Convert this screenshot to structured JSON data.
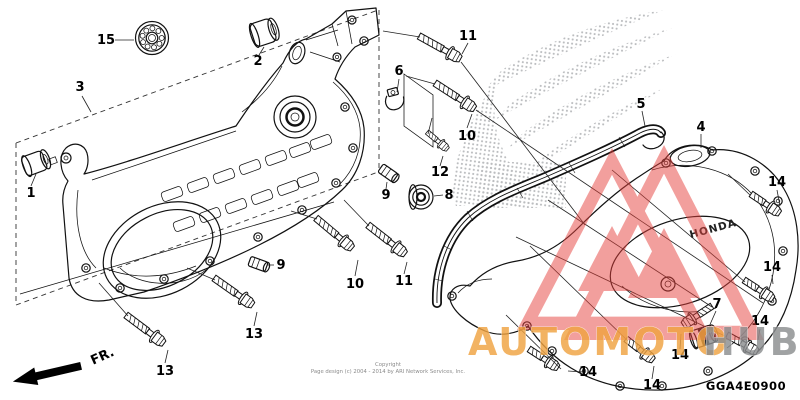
{
  "page": {
    "background": "#ffffff"
  },
  "diagram": {
    "code": "GGA4E0900",
    "direction_label": "FR.",
    "cover_logo_text": "HONDA",
    "footer": {
      "line1": "Copyright",
      "line2": "Page design (c) 2004 - 2014 by ARI Network Services, Inc."
    }
  },
  "watermark": {
    "brand_left": "AUTOMOTO",
    "brand_right": "HUB",
    "brand_left_color": "#F0A341",
    "brand_right_color": "#8C8E90",
    "triangle_color": "#E6423D"
  },
  "callouts": [
    "15",
    "3",
    "1",
    "2",
    "11",
    "6",
    "10",
    "12",
    "9",
    "8",
    "5",
    "4",
    "10",
    "11",
    "13",
    "13",
    "9",
    "7",
    "14",
    "14",
    "14",
    "14",
    "14",
    "14"
  ]
}
